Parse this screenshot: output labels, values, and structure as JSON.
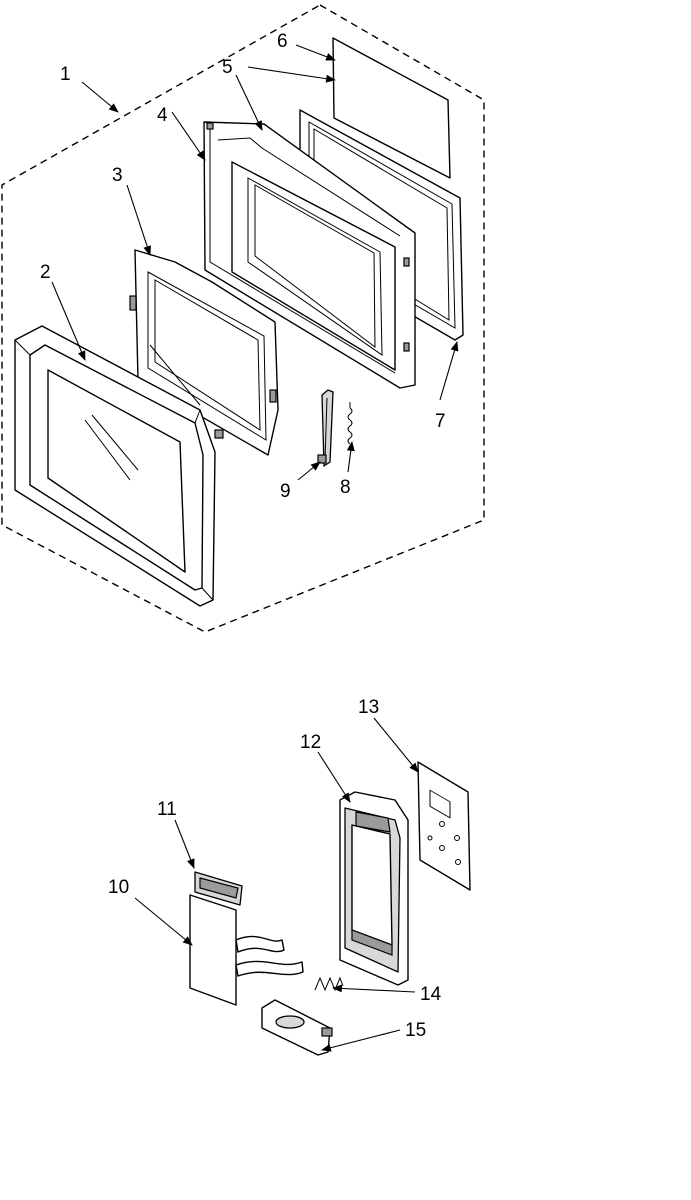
{
  "diagram": {
    "callouts": {
      "c1": "1",
      "c2": "2",
      "c3": "3",
      "c4": "4",
      "c5": "5",
      "c6": "6",
      "c7": "7",
      "c8": "8",
      "c9": "9",
      "c10": "10",
      "c11": "11",
      "c12": "12",
      "c13": "13",
      "c14": "14",
      "c15": "15"
    }
  }
}
